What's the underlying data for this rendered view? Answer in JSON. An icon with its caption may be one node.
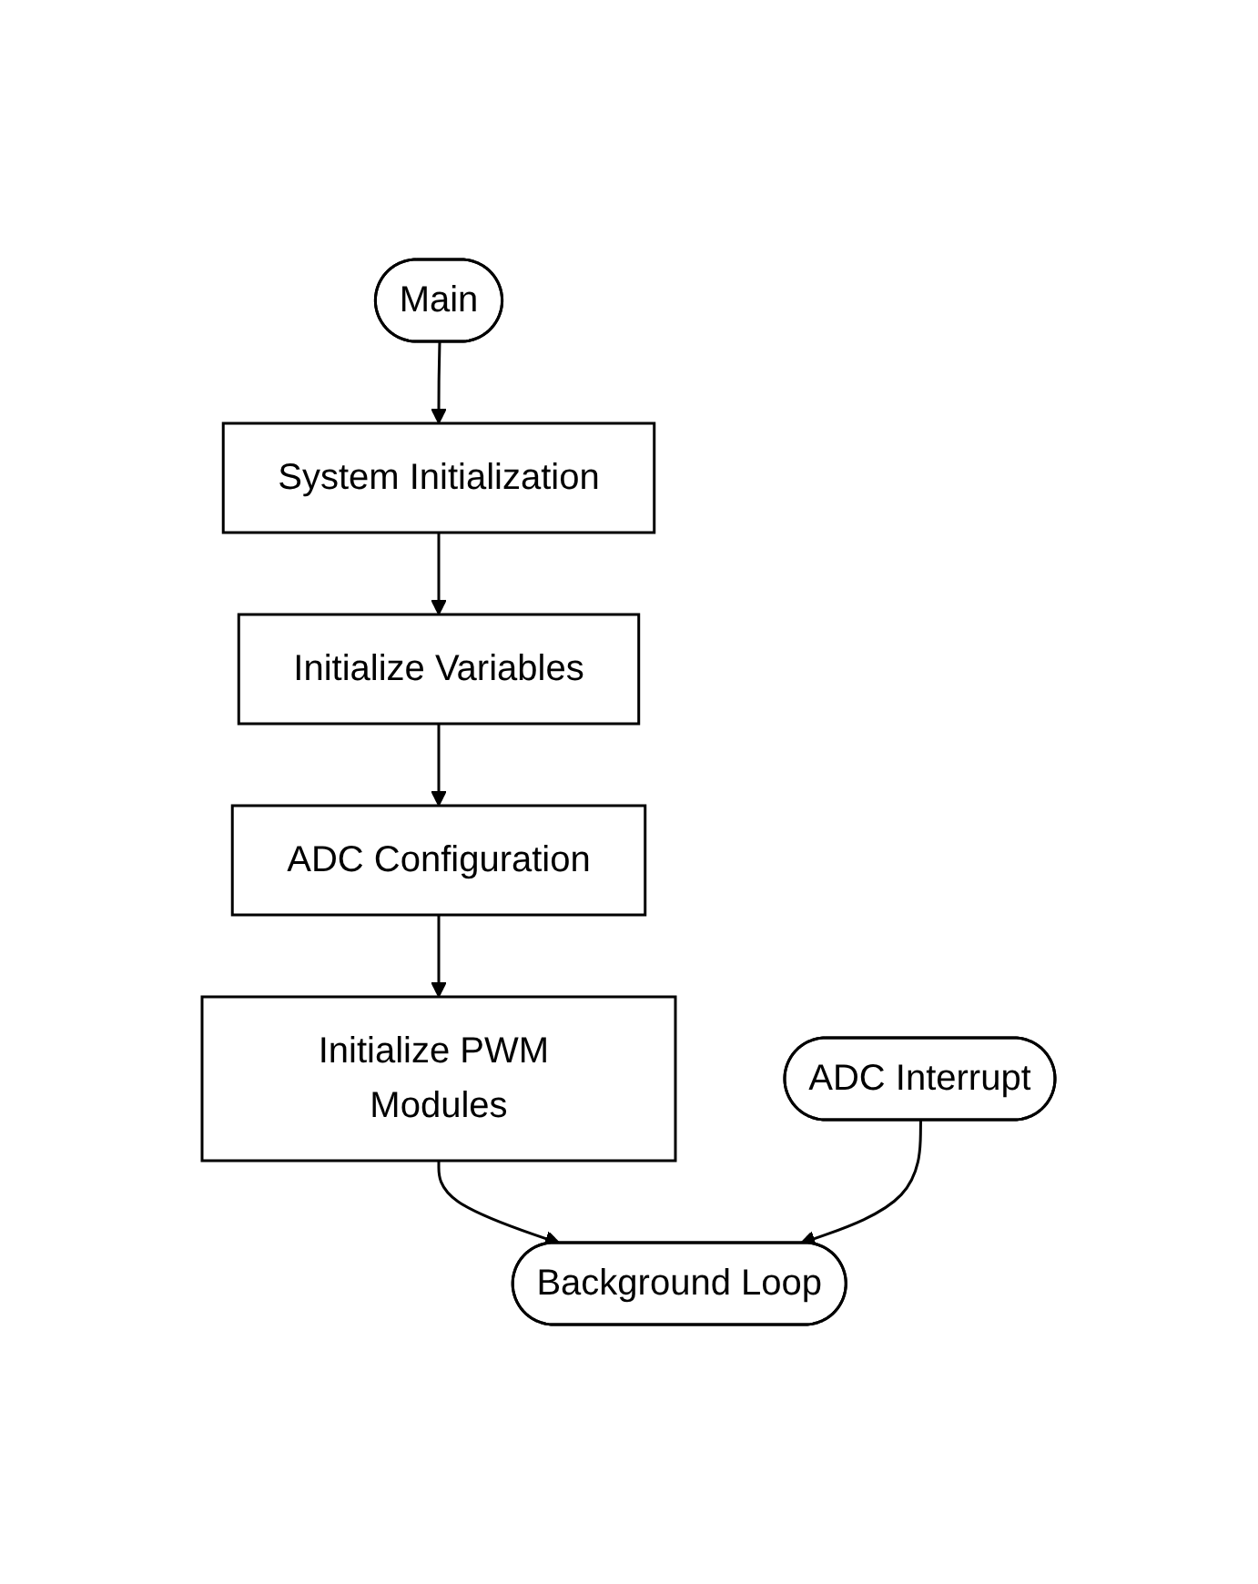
{
  "diagram": {
    "nodes": [
      {
        "text": [
          "Main"
        ]
      },
      {
        "text": [
          "System Initialization"
        ]
      },
      {
        "text": [
          "Initialize Variables"
        ]
      },
      {
        "text": [
          "ADC Configuration"
        ]
      },
      {
        "text": [
          "Initialize PWM Modules"
        ]
      },
      {
        "text": [
          "Background Loop"
        ]
      },
      {
        "text": [
          "ADC Interrupt"
        ]
      }
    ],
    "edges": [
      {
        "from": 0,
        "to": 1,
        "arrow": "to"
      },
      {
        "from": 1,
        "to": 2,
        "arrow": "to"
      },
      {
        "from": 2,
        "to": 3,
        "arrow": "to"
      },
      {
        "from": 3,
        "to": 4,
        "arrow": "to"
      },
      {
        "from": 4,
        "to": 5,
        "arrow": "to"
      },
      {
        "from": 6,
        "to": 5,
        "arrow": "to"
      }
    ]
  }
}
